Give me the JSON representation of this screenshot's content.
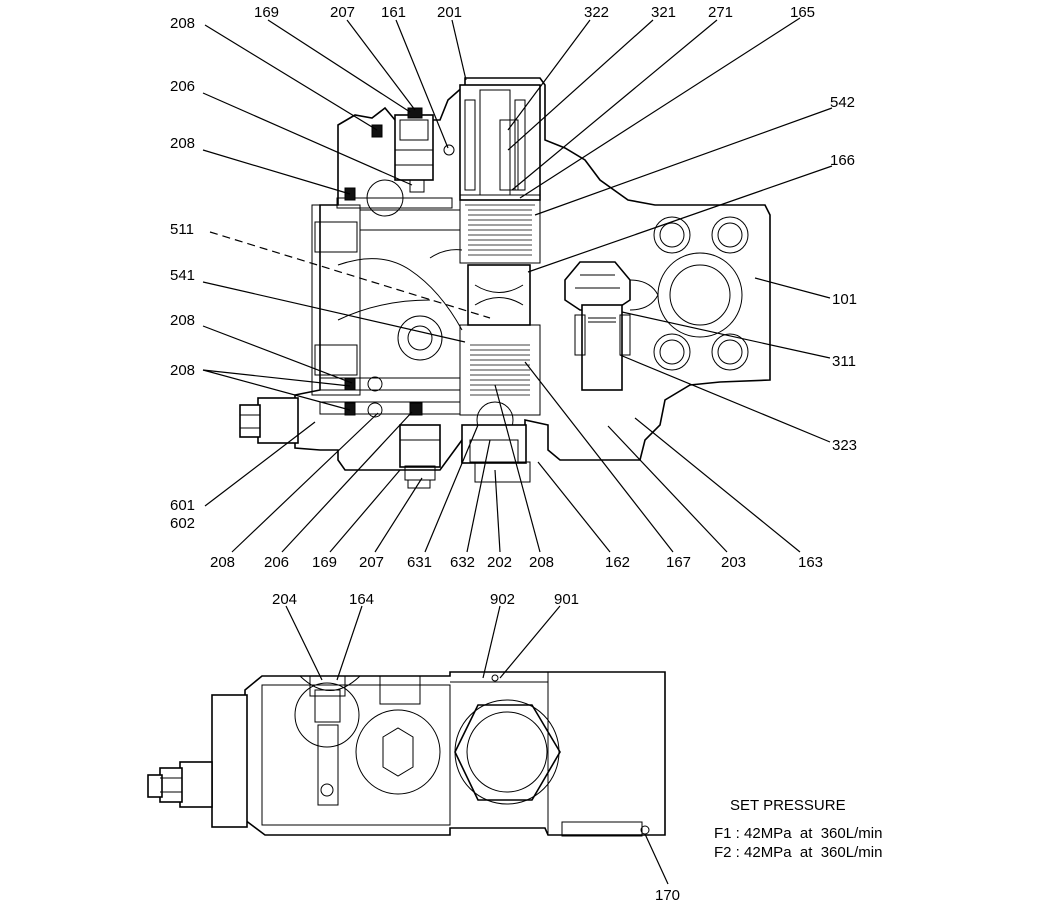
{
  "labels": {
    "l208a": "208",
    "l169a": "169",
    "l207a": "207",
    "l161": "161",
    "l201": "201",
    "l322": "322",
    "l321": "321",
    "l271": "271",
    "l165": "165",
    "l206a": "206",
    "l542": "542",
    "l208b": "208",
    "l166": "166",
    "l511": "511",
    "l541": "541",
    "l101": "101",
    "l208c": "208",
    "l311": "311",
    "l208d": "208",
    "l323": "323",
    "l601": "601",
    "l602": "602",
    "l208e": "208",
    "l206b": "206",
    "l169b": "169",
    "l207b": "207",
    "l631": "631",
    "l632": "632",
    "l202": "202",
    "l208f": "208",
    "l162": "162",
    "l167": "167",
    "l203": "203",
    "l163": "163",
    "l204": "204",
    "l164": "164",
    "l902": "902",
    "l901": "901",
    "l170": "170"
  },
  "notes": {
    "title": "SET PRESSURE",
    "f1": "F1 : 42MPa  at  360L/min",
    "f2": "F2 : 42MPa  at  360L/min"
  }
}
